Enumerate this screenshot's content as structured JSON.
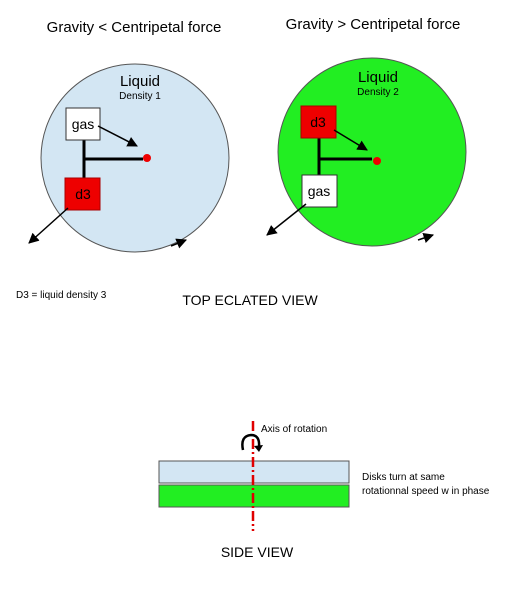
{
  "left_panel": {
    "title": "Gravity < Centripetal force",
    "liquid_label": "Liquid",
    "density_label": "Density 1",
    "gas_label": "gas",
    "d3_label": "d3",
    "disk_color": "#d3e6f3"
  },
  "right_panel": {
    "title": "Gravity > Centripetal force",
    "liquid_label": "Liquid",
    "density_label": "Density 2",
    "d3_label": "d3",
    "gas_label": "gas",
    "disk_color": "#22ee22"
  },
  "legend_note": "D3 = liquid density 3",
  "top_view_caption": "TOP ECLATED VIEW",
  "side_view": {
    "axis_label": "Axis of rotation",
    "disks_note_line1": "Disks turn at same",
    "disks_note_line2": "rotationnal speed w in phase",
    "caption": "SIDE VIEW",
    "top_disk_color": "#d3e6f3",
    "bottom_disk_color": "#22ee22",
    "axis_color": "#e00000"
  },
  "colors": {
    "block_red": "#ee0000",
    "center_dot": "#ee0000"
  }
}
